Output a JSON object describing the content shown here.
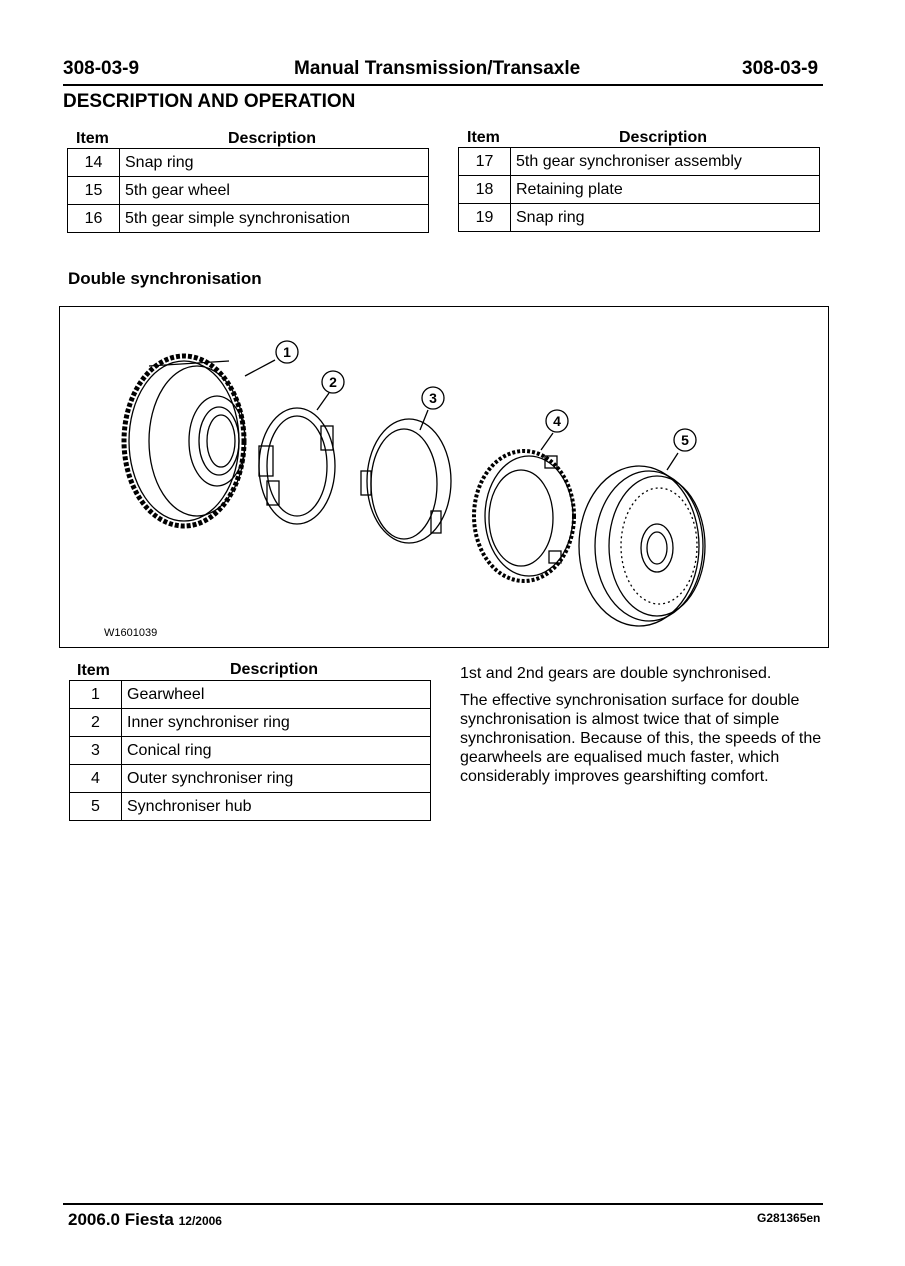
{
  "header": {
    "page_left": "308-03-9",
    "title": "Manual Transmission/Transaxle",
    "page_right": "308-03-9"
  },
  "section_title": "DESCRIPTION AND OPERATION",
  "columns": {
    "item": "Item",
    "description": "Description"
  },
  "table_top_left": [
    {
      "item": "14",
      "description": "Snap ring"
    },
    {
      "item": "15",
      "description": "5th gear wheel"
    },
    {
      "item": "16",
      "description": "5th gear simple synchronisation"
    }
  ],
  "table_top_right": [
    {
      "item": "17",
      "description": "5th gear synchroniser assembly"
    },
    {
      "item": "18",
      "description": "Retaining plate"
    },
    {
      "item": "19",
      "description": "Snap ring"
    }
  ],
  "subheading": "Double synchronisation",
  "figure": {
    "id": "W1601039",
    "callouts": [
      "1",
      "2",
      "3",
      "4",
      "5"
    ]
  },
  "table_bottom": [
    {
      "item": "1",
      "description": "Gearwheel"
    },
    {
      "item": "2",
      "description": "Inner synchroniser ring"
    },
    {
      "item": "3",
      "description": "Conical ring"
    },
    {
      "item": "4",
      "description": "Outer synchroniser ring"
    },
    {
      "item": "5",
      "description": "Synchroniser hub"
    }
  ],
  "paragraphs": [
    "1st and 2nd gears are double synchronised.",
    "The effective synchronisation surface for double synchronisation is almost twice that of simple synchronisation. Because of this, the speeds of the gearwheels are equalised much faster, which considerably improves gearshifting comfort."
  ],
  "footer": {
    "model": "2006.0 Fiesta",
    "date": "12/2006",
    "code": "G281365en"
  }
}
